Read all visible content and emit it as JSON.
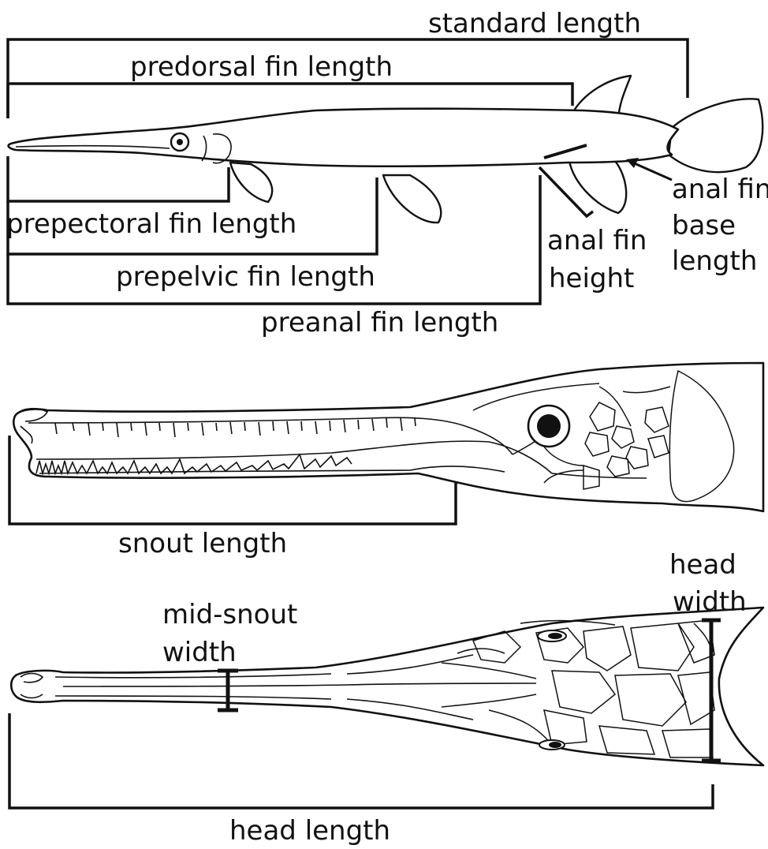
{
  "lateral_view": {
    "labels": {
      "standard_length": "standard length",
      "predorsal": "predorsal fin length",
      "prepectoral": "prepectoral fin length",
      "prepelvic": "prepelvic fin length",
      "preanal": "preanal fin length",
      "anal_fin_height_line1": "anal fin",
      "anal_fin_height_line2": "height",
      "anal_fin_base_line1": "anal fin",
      "anal_fin_base_line2": "base",
      "anal_fin_base_line3": "length"
    }
  },
  "skull_lateral": {
    "labels": {
      "snout_length": "snout length"
    }
  },
  "skull_dorsal": {
    "labels": {
      "mid_snout_line1": "mid-snout",
      "mid_snout_line2": "width",
      "head_width_line1": "head",
      "head_width_line2": "width",
      "head_length": "head length"
    }
  },
  "colors": {
    "ink": "#111111",
    "background": "#ffffff"
  }
}
